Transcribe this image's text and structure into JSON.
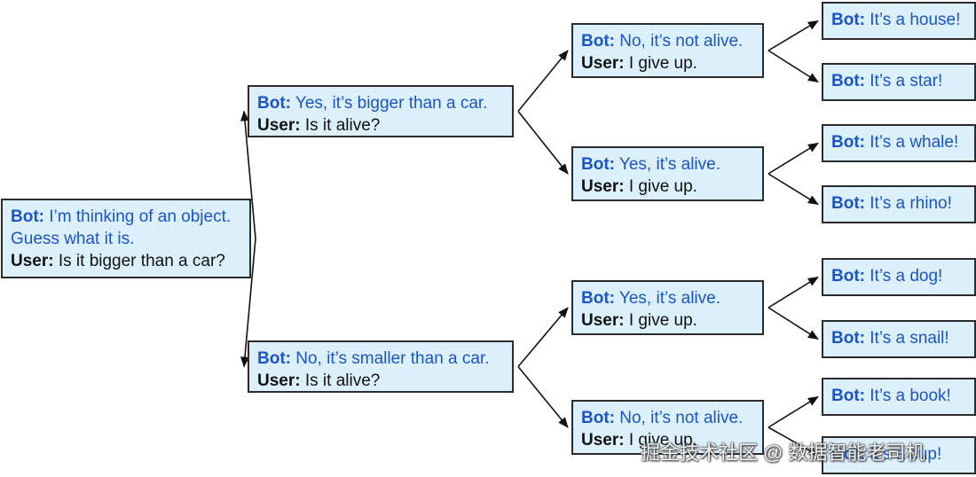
{
  "nodes": {
    "root": {
      "lines": [
        {
          "speaker": "Bot:",
          "text": " I’m thinking of an object.",
          "role": "bot"
        },
        {
          "speaker": "",
          "text": "Guess what it is.",
          "role": "bot"
        },
        {
          "speaker": "User:",
          "text": " Is it bigger than a car?",
          "role": "user"
        }
      ]
    },
    "bigger": {
      "lines": [
        {
          "speaker": "Bot:",
          "text": " Yes, it’s bigger than a car.",
          "role": "bot"
        },
        {
          "speaker": "User:",
          "text": " Is it alive?",
          "role": "user"
        }
      ]
    },
    "smaller": {
      "lines": [
        {
          "speaker": "Bot:",
          "text": " No, it’s smaller than a car.",
          "role": "bot"
        },
        {
          "speaker": "User:",
          "text": " Is it alive?",
          "role": "user"
        }
      ]
    },
    "big_not_alive": {
      "lines": [
        {
          "speaker": "Bot:",
          "text": " No, it’s not alive.",
          "role": "bot"
        },
        {
          "speaker": "User:",
          "text": " I give up.",
          "role": "user"
        }
      ]
    },
    "big_alive": {
      "lines": [
        {
          "speaker": "Bot:",
          "text": " Yes, it’s alive.",
          "role": "bot"
        },
        {
          "speaker": "User:",
          "text": " I give up.",
          "role": "user"
        }
      ]
    },
    "small_alive": {
      "lines": [
        {
          "speaker": "Bot:",
          "text": " Yes, it’s alive.",
          "role": "bot"
        },
        {
          "speaker": "User:",
          "text": " I give up.",
          "role": "user"
        }
      ]
    },
    "small_not_alive": {
      "lines": [
        {
          "speaker": "Bot:",
          "text": " No, it’s not alive.",
          "role": "bot"
        },
        {
          "speaker": "User:",
          "text": " I give up.",
          "role": "user"
        }
      ]
    },
    "house": {
      "lines": [
        {
          "speaker": "Bot:",
          "text": " It’s a house!",
          "role": "bot"
        }
      ]
    },
    "star": {
      "lines": [
        {
          "speaker": "Bot:",
          "text": " It’s a star!",
          "role": "bot"
        }
      ]
    },
    "whale": {
      "lines": [
        {
          "speaker": "Bot:",
          "text": " It’s a whale!",
          "role": "bot"
        }
      ]
    },
    "rhino": {
      "lines": [
        {
          "speaker": "Bot:",
          "text": " It’s a rhino!",
          "role": "bot"
        }
      ]
    },
    "dog": {
      "lines": [
        {
          "speaker": "Bot:",
          "text": " It’s a dog!",
          "role": "bot"
        }
      ]
    },
    "snail": {
      "lines": [
        {
          "speaker": "Bot:",
          "text": " It’s a snail!",
          "role": "bot"
        }
      ]
    },
    "book": {
      "lines": [
        {
          "speaker": "Bot:",
          "text": " It’s a book!",
          "role": "bot"
        }
      ]
    },
    "cup": {
      "lines": [
        {
          "speaker": "Bot:",
          "text": " It’s a cup!",
          "role": "bot"
        }
      ]
    }
  },
  "edges": [
    [
      "root",
      "bigger"
    ],
    [
      "root",
      "smaller"
    ],
    [
      "bigger",
      "big_not_alive"
    ],
    [
      "bigger",
      "big_alive"
    ],
    [
      "smaller",
      "small_alive"
    ],
    [
      "smaller",
      "small_not_alive"
    ],
    [
      "big_not_alive",
      "house"
    ],
    [
      "big_not_alive",
      "star"
    ],
    [
      "big_alive",
      "whale"
    ],
    [
      "big_alive",
      "rhino"
    ],
    [
      "small_alive",
      "dog"
    ],
    [
      "small_alive",
      "snail"
    ],
    [
      "small_not_alive",
      "book"
    ],
    [
      "small_not_alive",
      "cup"
    ]
  ],
  "watermark": "掘金技术社区 @ 数据智能老司机",
  "colors": {
    "node_fill": "#dcf0fb",
    "bot_text": "#1a54c8",
    "user_text": "#111111",
    "border": "#2b2b2b"
  }
}
